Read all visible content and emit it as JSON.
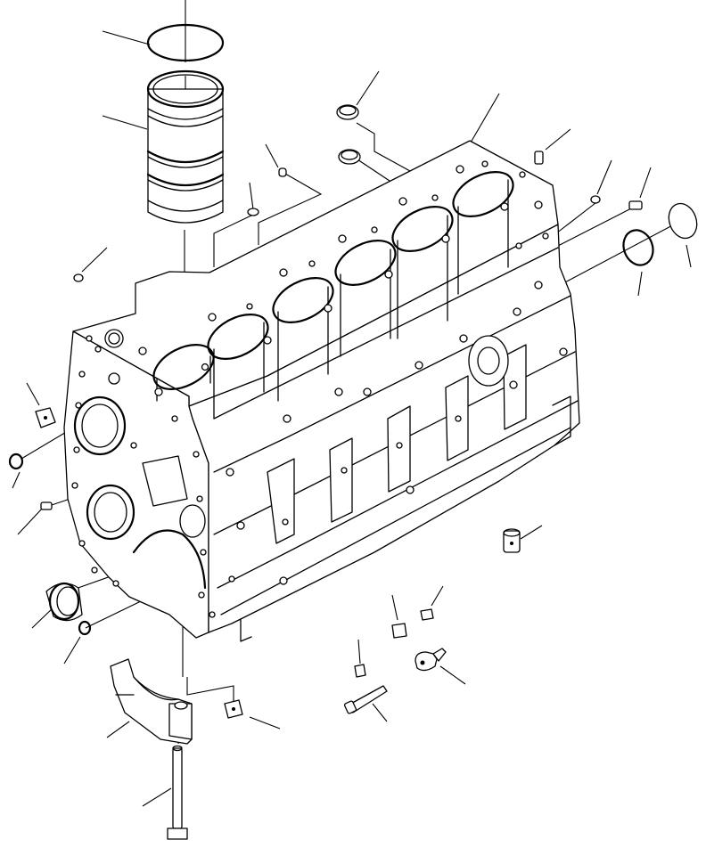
{
  "diagram": {
    "subject": "cylinder-block-exploded-view",
    "colors": {
      "line": "#000000",
      "background": "#ffffff"
    },
    "parts": [
      "cylinder-liner-o-ring",
      "cylinder-liner",
      "expansion-plug",
      "expansion-plug-2",
      "cylinder-block",
      "dowel-pin",
      "plug-screw",
      "o-ring-small",
      "o-ring-large",
      "seal-disc",
      "main-bearing-cap",
      "main-cap-bolt",
      "piston-cooling-nozzle",
      "oil-gallery-plug",
      "sleeve",
      "bolt",
      "elbow-fitting",
      "cup-plug",
      "hex-plug"
    ]
  }
}
